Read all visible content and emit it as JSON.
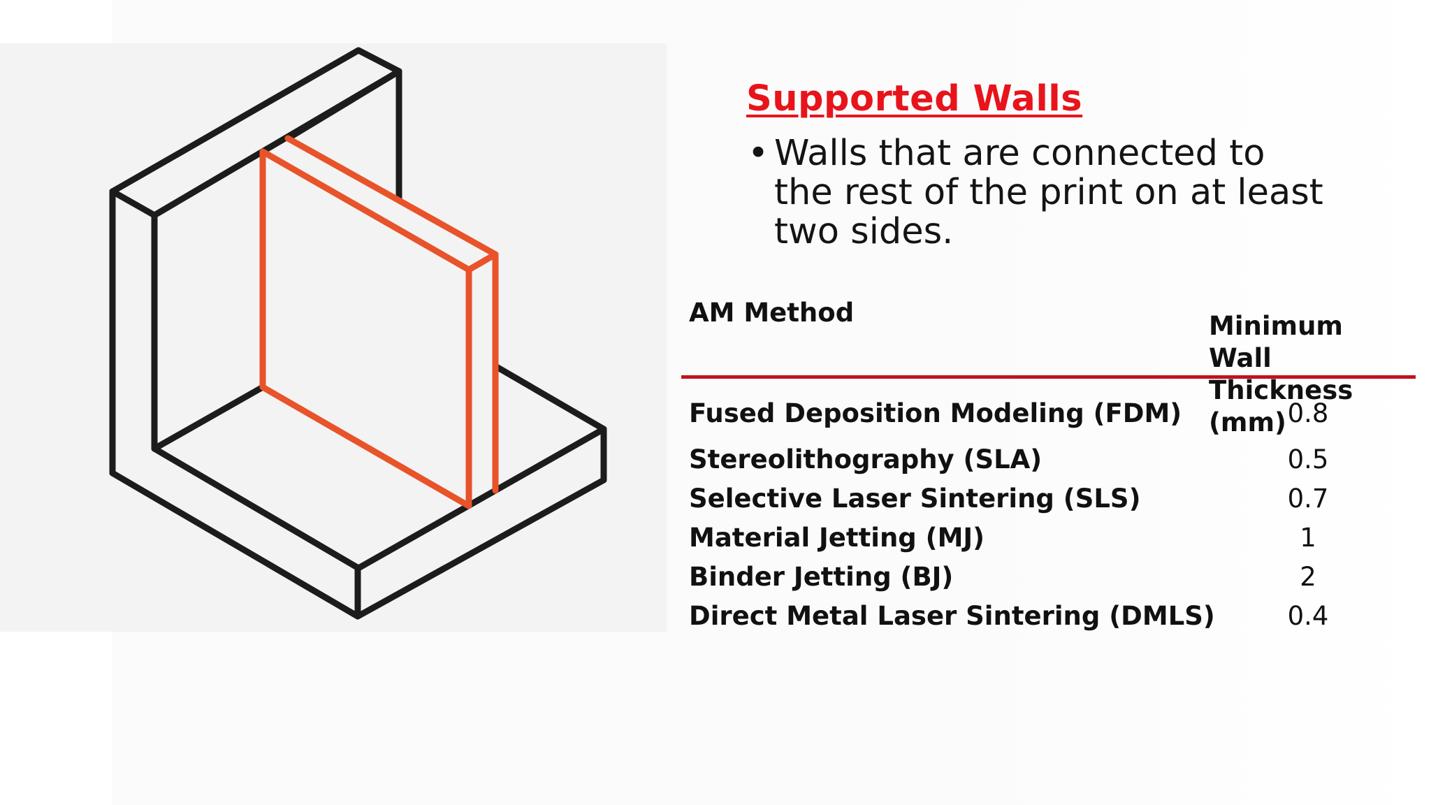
{
  "slide": {
    "title": "Supported Walls",
    "bullet": "Walls that are connected to the rest of the print on at least two sides."
  },
  "table": {
    "header_method": "AM Method",
    "header_thickness_line1": "Minimum",
    "header_thickness_line2": "Wall",
    "header_thickness_line3": "Thickness",
    "header_thickness_line4": "(mm)",
    "rows": [
      {
        "method": "Fused Deposition Modeling (FDM)",
        "value": "0.8"
      },
      {
        "method": "Stereolithography (SLA)",
        "value": "0.5"
      },
      {
        "method": "Selective Laser Sintering (SLS)",
        "value": "0.7"
      },
      {
        "method": "Material Jetting (MJ)",
        "value": "1"
      },
      {
        "method": "Binder Jetting (BJ)",
        "value": "2"
      },
      {
        "method": "Direct Metal Laser Sintering (DMLS)",
        "value": "0.4"
      }
    ]
  },
  "colors": {
    "title": "#e8141b",
    "rule": "#c0141b",
    "wall_highlight": "#e8532a",
    "outline": "#1c1c1c"
  }
}
